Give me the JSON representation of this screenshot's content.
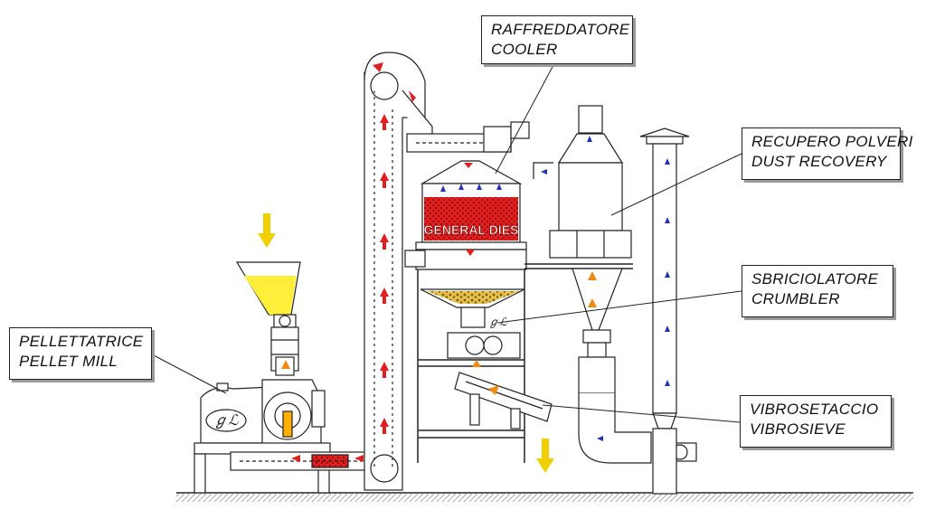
{
  "labels": {
    "cooler": {
      "line1": "RAFFREDDATORE",
      "line2": "COOLER"
    },
    "dust_recovery": {
      "line1": "RECUPERO POLVERI",
      "line2": "DUST RECOVERY"
    },
    "crumbler": {
      "line1": "SBRICIOLATORE",
      "line2": "CRUMBLER"
    },
    "pellet_mill": {
      "line1": "PELLETTATRICE",
      "line2": "PELLET MILL"
    },
    "vibrosieve": {
      "line1": "VIBROSETACCIO",
      "line2": "VIBROSIEVE"
    }
  },
  "cooler_brand": "GENERAL DIES",
  "colors": {
    "line": "#222222",
    "material_red": "#e02020",
    "feed_yellow": "#ffe600",
    "arrow_yellow": "#f0d000",
    "arrow_orange": "#f08a10",
    "air_blue": "#2030c0",
    "label_shadow": "#9a9a9a"
  },
  "icons": {
    "product_flow": "red-arrow-icon",
    "air_flow": "blue-arrow-icon",
    "feed_inlet": "yellow-arrow-icon",
    "fines_flow": "orange-arrow-icon"
  }
}
